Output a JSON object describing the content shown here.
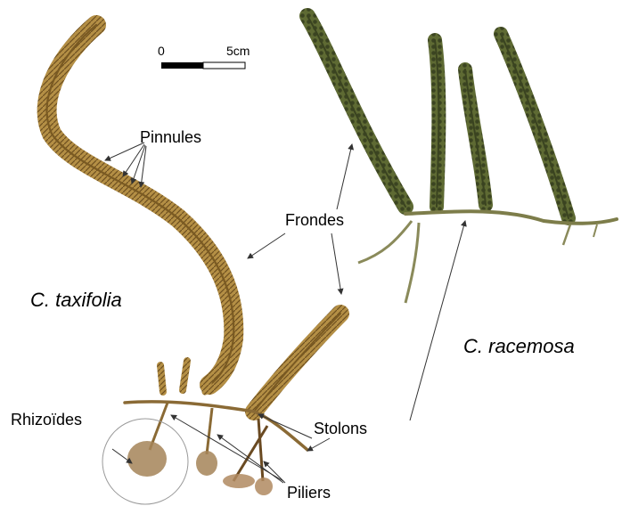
{
  "scale_bar": {
    "start_label": "0",
    "end_label": "5cm"
  },
  "labels": {
    "pinnules": "Pinnules",
    "frondes": "Frondes",
    "stolons": "Stolons",
    "rhizoides": "Rhizoïdes",
    "piliers": "Piliers"
  },
  "species": {
    "taxifolia": "C. taxifolia",
    "racemosa": "C. racemosa"
  },
  "colors": {
    "taxifolia": "#a9843b",
    "taxifolia_dark": "#7a5a22",
    "racemosa": "#4f5a2a",
    "racemosa_dark": "#3a4320",
    "stolon_racemosa": "#8a8a5a",
    "root": "#9a7a55"
  }
}
